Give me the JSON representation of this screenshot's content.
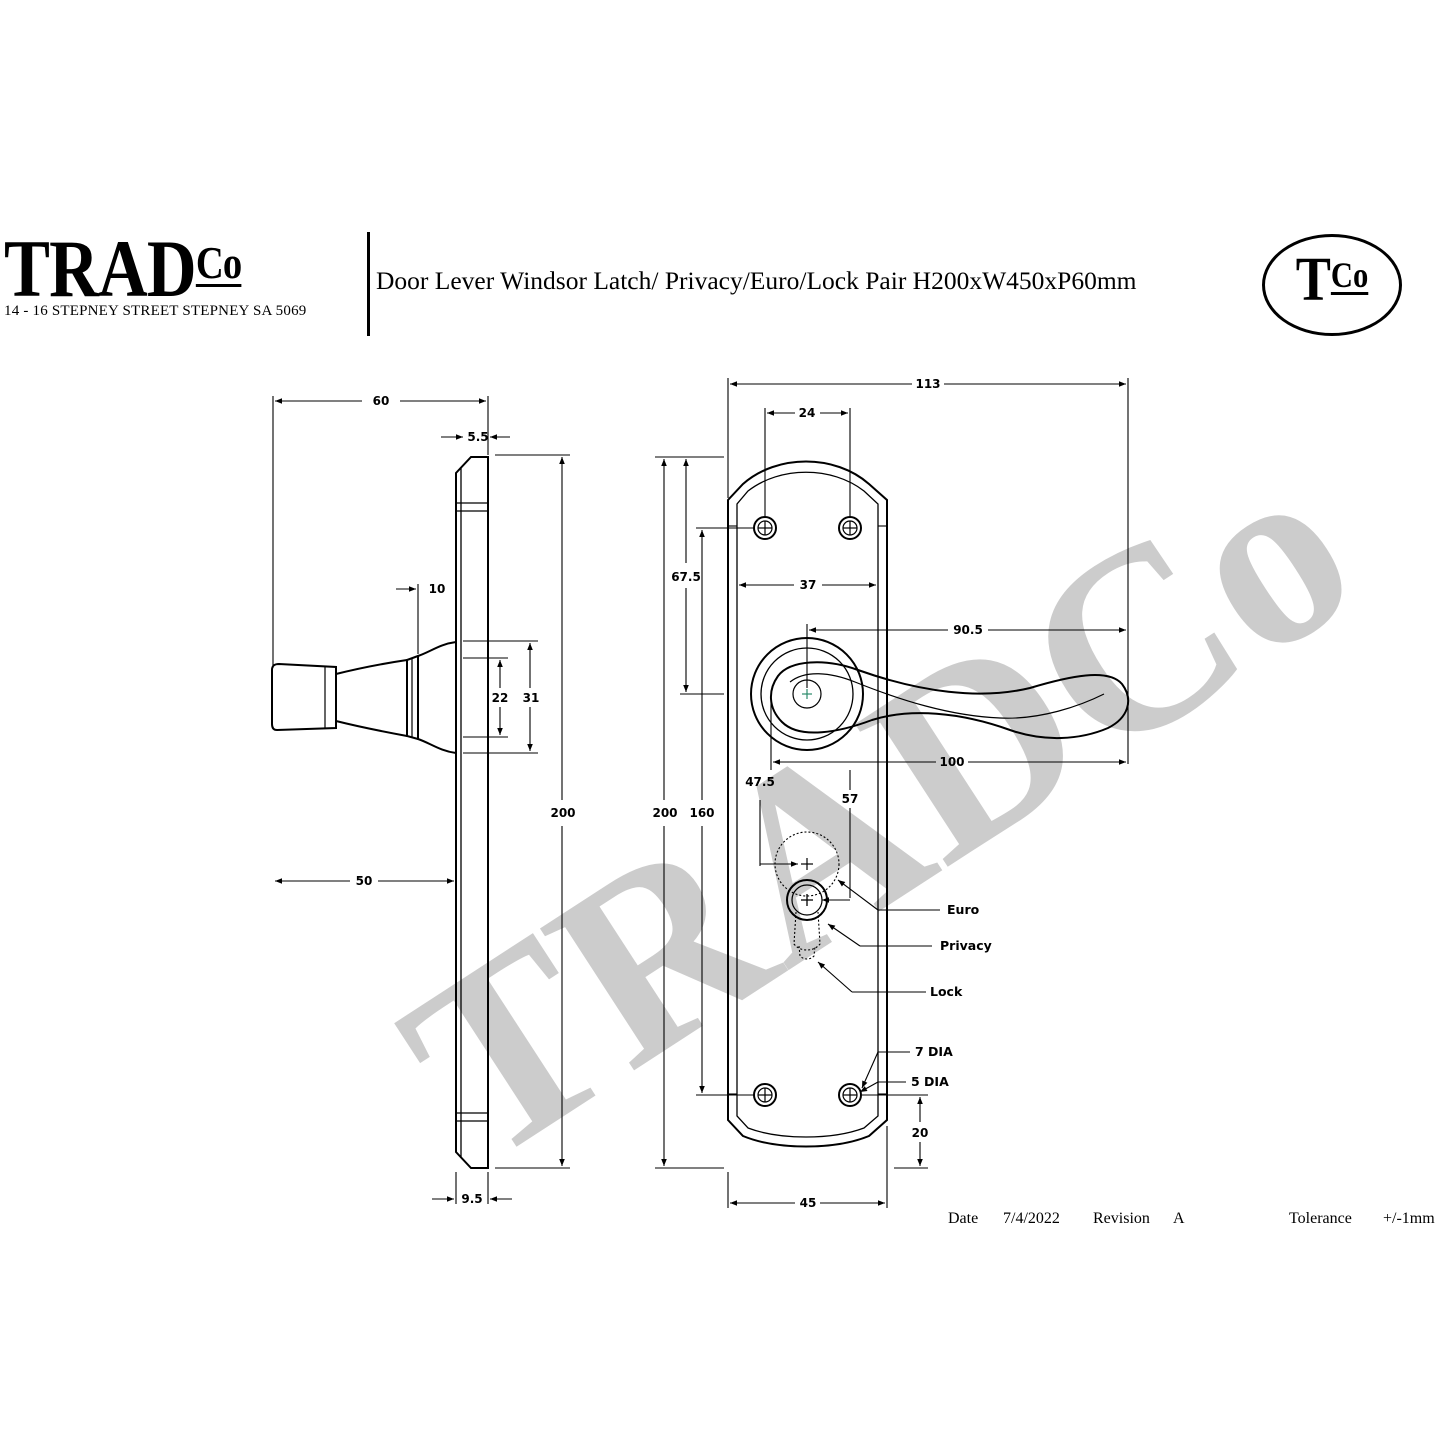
{
  "header": {
    "brand": "TRAD",
    "brand_sup": "Co",
    "address": "14 - 16 STEPNEY STREET STEPNEY SA 5069",
    "title": "Door Lever Windsor Latch/ Privacy/Euro/Lock Pair H200xW450xP60mm",
    "badge_main": "T",
    "badge_sup": "Co"
  },
  "watermark": "TRADCo",
  "side_view": {
    "dims": {
      "depth": "60",
      "plate": "5.5",
      "neck": "10",
      "d22": "22",
      "d31": "31",
      "height": "200",
      "projection": "50",
      "base": "9.5"
    }
  },
  "front_view": {
    "dims": {
      "overall_width": "113",
      "top_holes": "24",
      "upper_hole": "67.5",
      "inner_width": "37",
      "lever_length": "90.5",
      "height": "200",
      "hole_span": "160",
      "lever_drop": "100",
      "d47_5": "47.5",
      "d57": "57",
      "bottom_offset": "20",
      "plate_width": "45"
    },
    "callouts": {
      "euro": "Euro",
      "privacy": "Privacy",
      "lock": "Lock",
      "dia7": "7 DIA",
      "dia5": "5 DIA"
    }
  },
  "footer": {
    "date_label": "Date",
    "date": "7/4/2022",
    "revision_label": "Revision",
    "revision": "A",
    "tolerance_label": "Tolerance",
    "tolerance": "+/-1mm"
  }
}
